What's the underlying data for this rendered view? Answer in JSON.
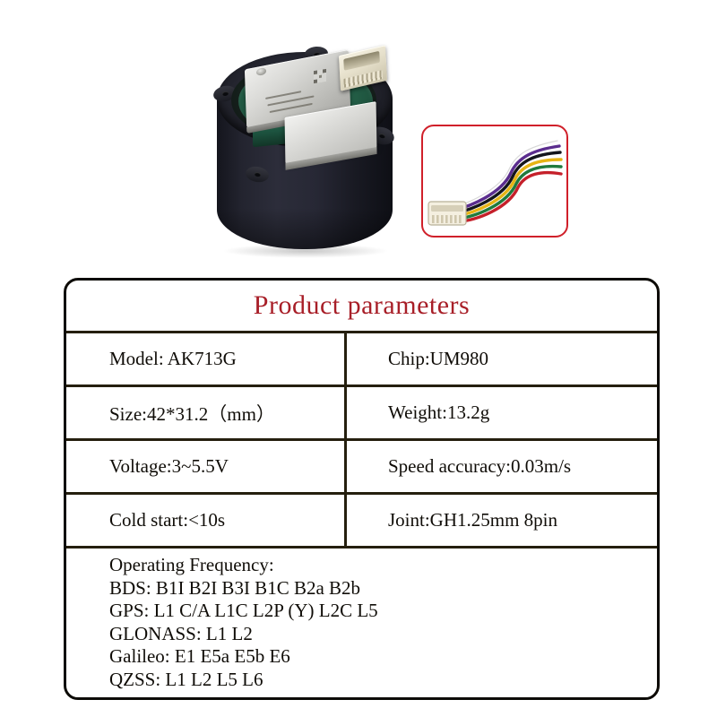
{
  "product_photo": {
    "main_label": "gnss-module-photo",
    "inset_label": "connector-cable-photo",
    "inset_border_color": "#d0202a"
  },
  "params_table": {
    "title": "Product parameters",
    "title_color": "#a81f28",
    "border_color": "#0d0b06",
    "grid_color": "#251f0e",
    "rows": [
      {
        "left": "Model: AK713G",
        "right": "Chip:UM980"
      },
      {
        "left": "Size:42*31.2（mm）",
        "right": "Weight:13.2g"
      },
      {
        "left": "Voltage:3~5.5V",
        "right": "Speed accuracy:0.03m/s"
      },
      {
        "left": "Cold start:<10s",
        "right": "Joint:GH1.25mm 8pin"
      }
    ],
    "frequency_block": [
      "Operating Frequency:",
      "BDS: B1I B2I B3I B1C B2a B2b",
      "GPS: L1 C/A L1C L2P (Y) L2C L5",
      "GLONASS: L1 L2",
      "Galileo: E1 E5a E5b E6",
      "QZSS: L1 L2 L5 L6"
    ]
  }
}
